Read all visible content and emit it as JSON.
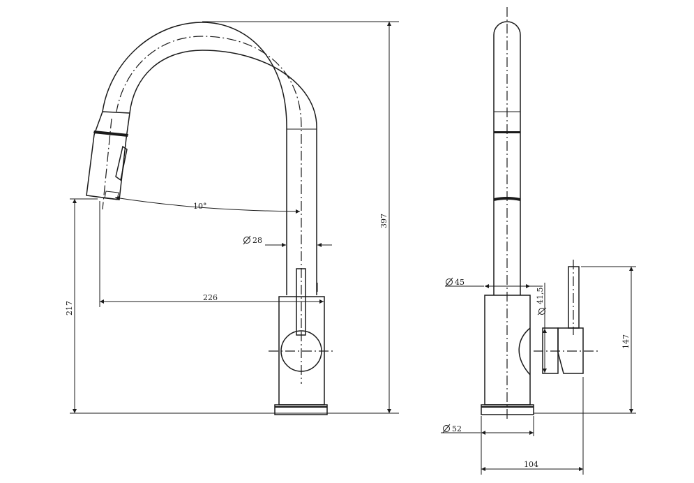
{
  "drawing": {
    "front_view": {
      "angle_label": "10°",
      "spout_diameter_label": "28",
      "reach_label": "226",
      "spout_height_label": "217",
      "total_height_label": "397"
    },
    "side_view": {
      "body_diameter_label": "45",
      "body_diameter_inner_label": "41,5",
      "base_diameter_label": "52",
      "depth_label": "104",
      "handle_height_label": "147"
    }
  }
}
